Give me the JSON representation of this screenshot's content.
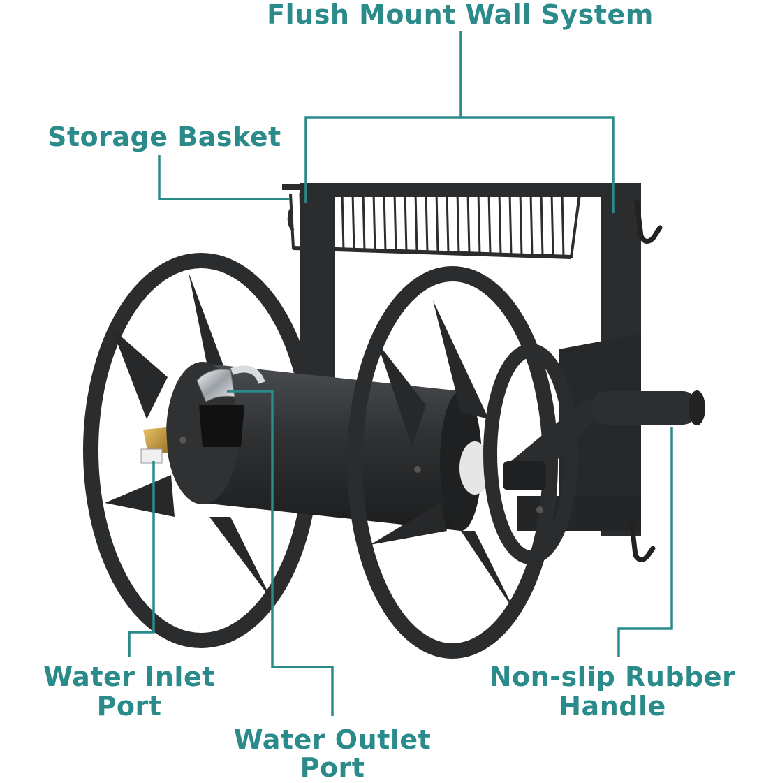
{
  "labels": {
    "flush_mount": "Flush Mount Wall System",
    "storage_basket": "Storage Basket",
    "water_inlet_line1": "Water Inlet",
    "water_inlet_line2": "Port",
    "water_outlet_line1": "Water Outlet",
    "water_outlet_line2": "Port",
    "handle_line1": "Non-slip Rubber",
    "handle_line2": "Handle"
  },
  "colors": {
    "callout": "#2b8a8a",
    "product": "#2a2c2e",
    "brass": "#c59a3a",
    "chrome": "#c8ccd0"
  }
}
